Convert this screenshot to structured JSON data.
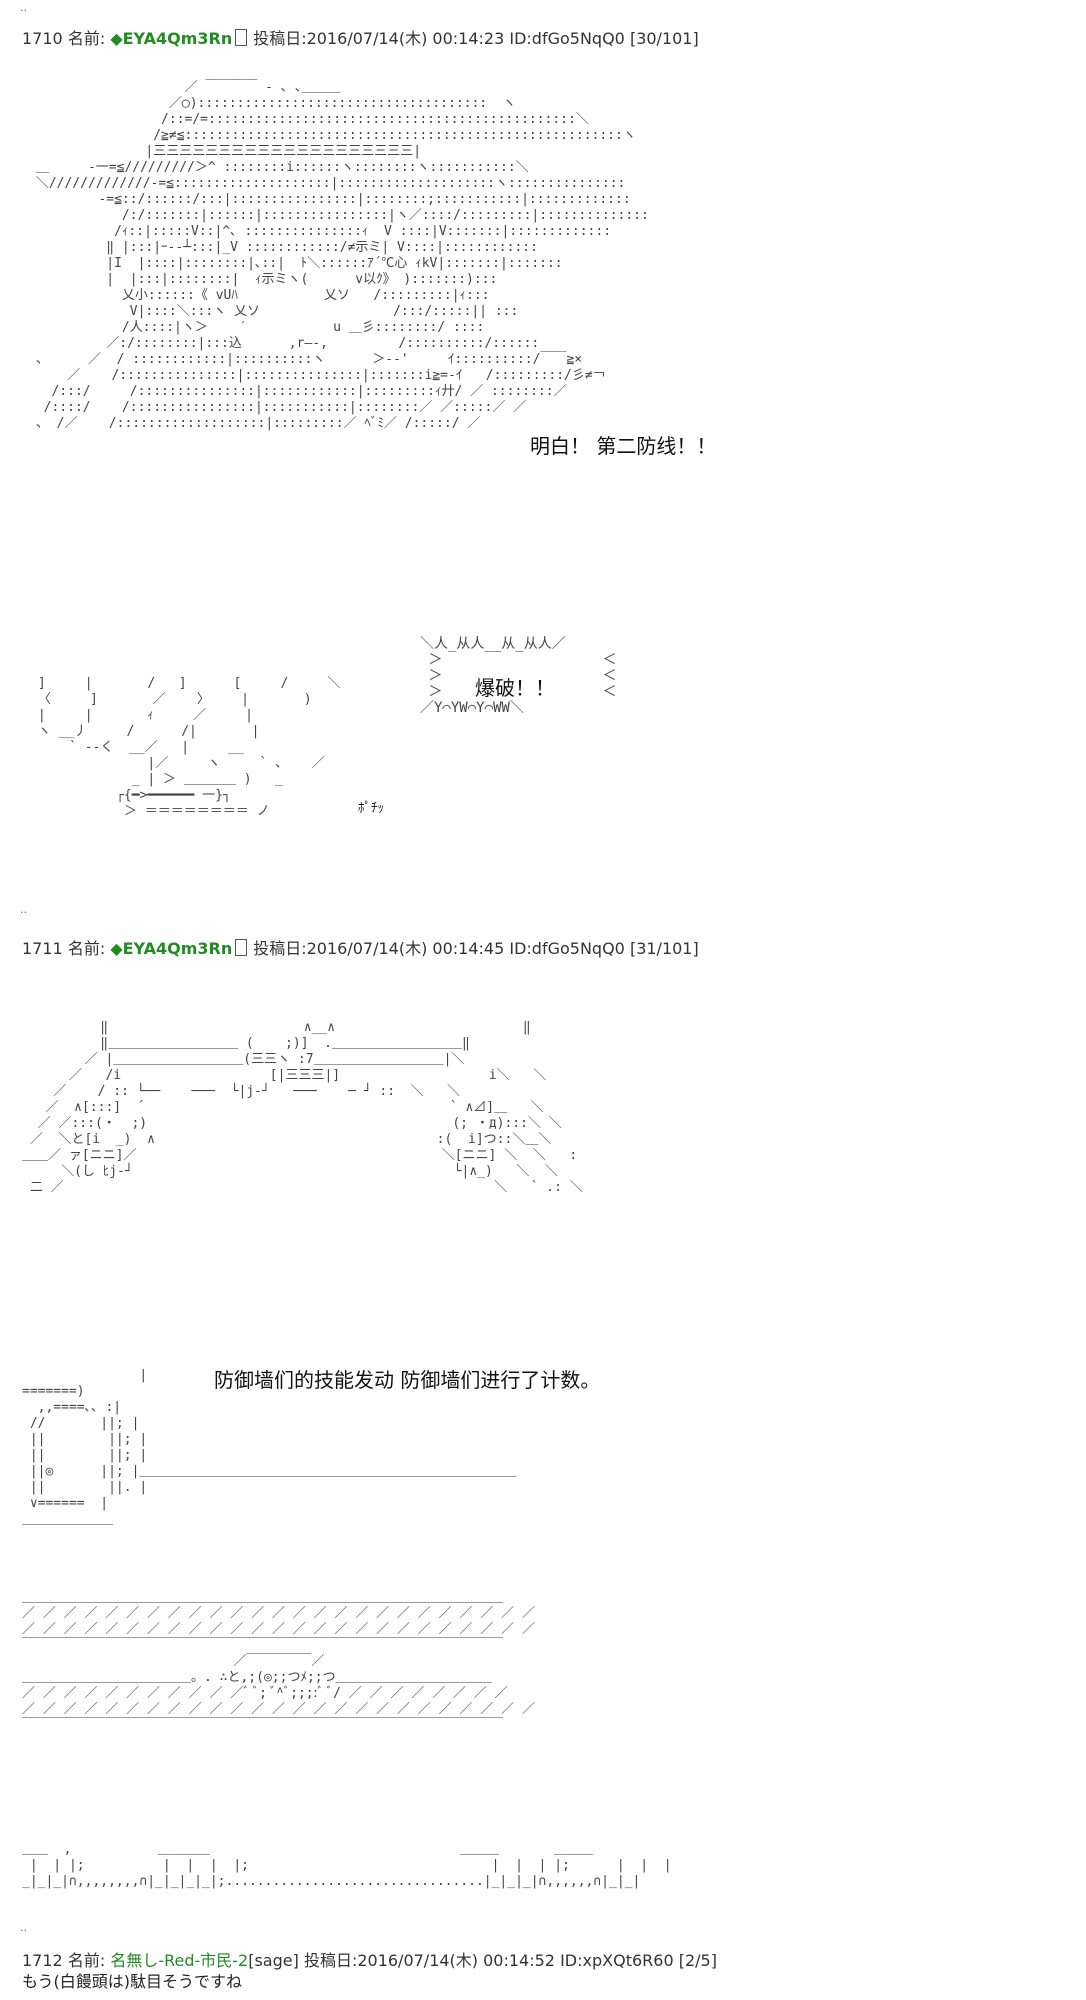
{
  "posts": [
    {
      "dots": "..",
      "num": "1710",
      "name_label": "名前:",
      "trip": "◆EYA4Qm3Rn",
      "date": "投稿日:2016/07/14(木) 00:14:23",
      "id": "ID:dfGo5NqQ0",
      "count": "[30/101]",
      "captions": {
        "understood": "明白！ 第二防线！！",
        "explode": "爆破！！",
        "click": "ﾎﾟﾁｯ"
      }
    },
    {
      "dots": "..",
      "num": "1711",
      "name_label": "名前:",
      "trip": "◆EYA4Qm3Rn",
      "date": "投稿日:2016/07/14(木) 00:14:45",
      "id": "ID:dfGo5NqQ0",
      "count": "[31/101]",
      "captions": {
        "skill": "防御墙们的技能发动 防御墙们进行了计数。"
      }
    },
    {
      "dots": "..",
      "num": "1712",
      "name_label": "名前:",
      "name": "名無し-Red-市民-2",
      "sage": "[sage]",
      "date": "投稿日:2016/07/14(木) 00:14:52",
      "id": "ID:xpXQt6R60",
      "count": "[2/5]",
      "body": "もう(白饅頭は)駄目そうですね"
    }
  ]
}
